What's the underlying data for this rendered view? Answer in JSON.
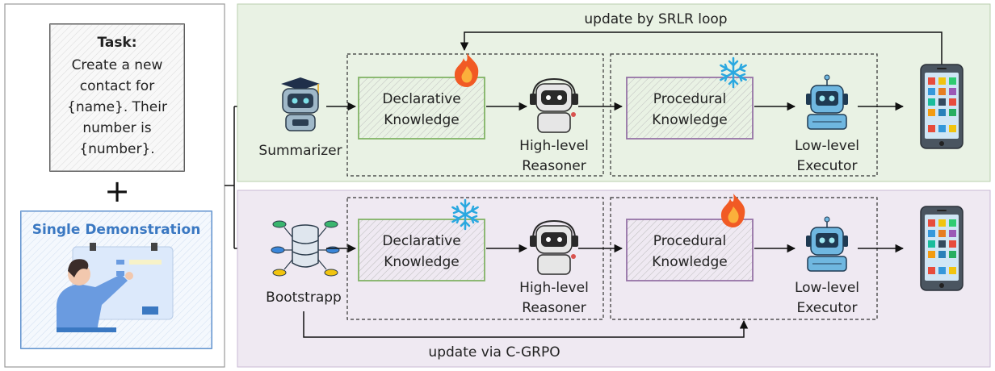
{
  "task": {
    "title": "Task:",
    "lines": [
      "Create a new",
      "contact for",
      "{name}. Their",
      "number is",
      "{number}."
    ]
  },
  "plus_sign": "+",
  "demo": {
    "title": "Single Demonstration"
  },
  "top_row": {
    "loop_label": "update by SRLR loop",
    "summarizer": "Summarizer",
    "declarative": [
      "Declarative",
      "Knowledge"
    ],
    "reasoner": [
      "High-level",
      "Reasoner"
    ],
    "procedural": [
      "Procedural",
      "Knowledge"
    ],
    "executor": [
      "Low-level",
      "Executor"
    ]
  },
  "bottom_row": {
    "update_label": "update via C-GRPO",
    "bootstrap": "Bootstrapp",
    "declarative": [
      "Declarative",
      "Knowledge"
    ],
    "reasoner": [
      "High-level",
      "Reasoner"
    ],
    "procedural": [
      "Procedural",
      "Knowledge"
    ],
    "executor": [
      "Low-level",
      "Executor"
    ]
  },
  "colors": {
    "top_panel": "#e9f2e4",
    "bottom_panel": "#efe9f2",
    "declarative_border": "#82b366",
    "procedural_border": "#9673a6",
    "demo_title": "#3a78c2"
  }
}
